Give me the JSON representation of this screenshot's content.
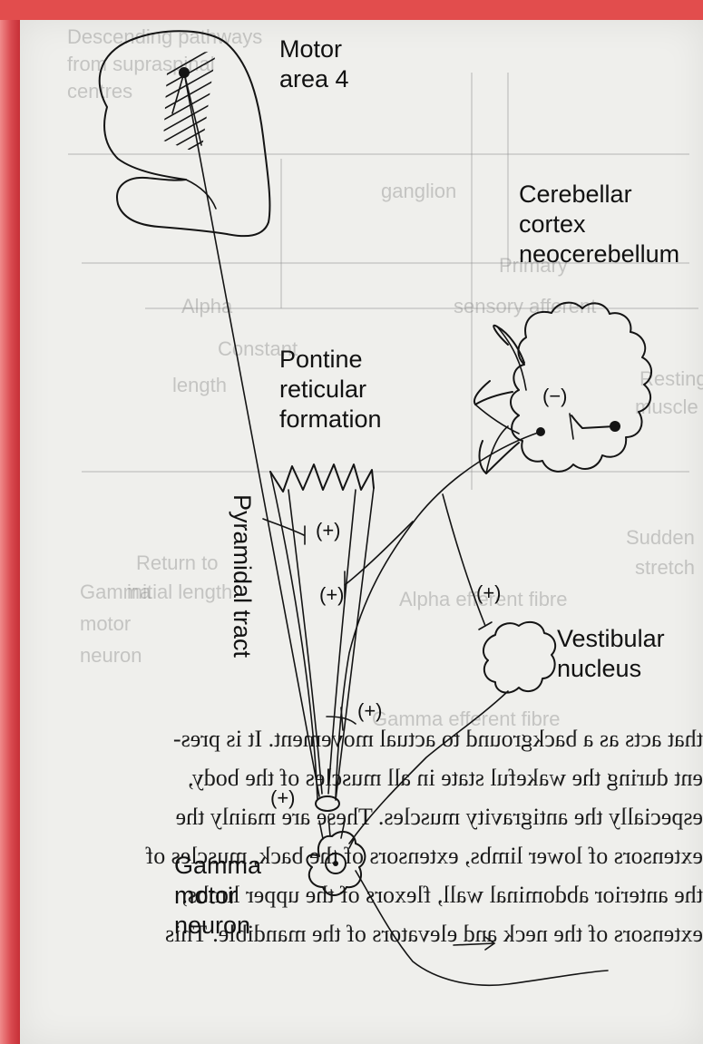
{
  "labels": {
    "motor_area": [
      "Motor",
      "area 4"
    ],
    "cerebellar": [
      "Cerebellar",
      "cortex",
      "neocerebellum"
    ],
    "pontine": [
      "Pontine",
      "reticular",
      "formation"
    ],
    "pyramidal": "Pyramidal tract",
    "vestibular": [
      "Vestibular",
      "nucleus"
    ],
    "gamma": [
      "Gamma",
      "motor",
      "neuron"
    ]
  },
  "signs": {
    "pontine_upper": "(+)",
    "pontine_middle": "(+)",
    "pontine_lower": "(+)",
    "vestibular_input": "(+)",
    "cerebellar_inhibit": "(−)",
    "gamma_input": "(+)"
  },
  "bleed_through_text": [
    "Descending pathways",
    "from supraspinal",
    "centres",
    "ganglion",
    "Alpha",
    "Constant",
    "length",
    "Resting",
    "muscle length",
    "Primary",
    "sensory afferent",
    "Sudden",
    "stretch",
    "Return to",
    "initial length",
    "Gamma",
    "motor",
    "neuron",
    "Alpha efferent fibre",
    "Gamma efferent fibre"
  ],
  "verso_text": [
    "that acts as a background to actual movement. It is pres-",
    "ent during the wakeful state in all muscles of the body,",
    "especially the antigravity muscles. These are mainly the",
    "extensors of lower limbs, extensors of the back, muscles of",
    "the anterior abdominal wall, flexors of the upper limbs,",
    "extensors of the neck and elevators of the mandible. This"
  ]
}
